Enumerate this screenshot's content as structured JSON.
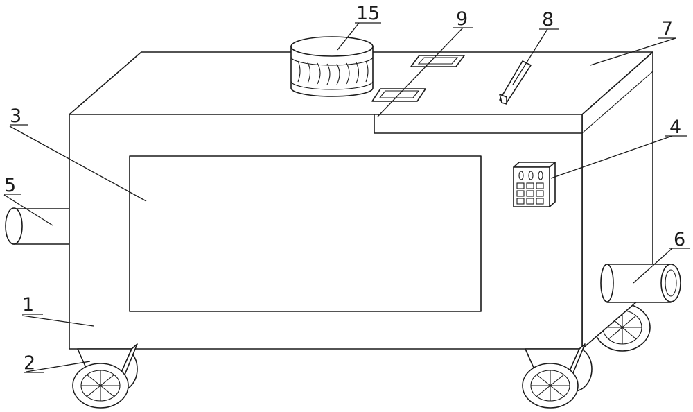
{
  "figure": {
    "labels": [
      {
        "id": "1",
        "text": "1"
      },
      {
        "id": "2",
        "text": "2"
      },
      {
        "id": "3",
        "text": "3"
      },
      {
        "id": "4",
        "text": "4"
      },
      {
        "id": "5",
        "text": "5"
      },
      {
        "id": "6",
        "text": "6"
      },
      {
        "id": "7",
        "text": "7"
      },
      {
        "id": "8",
        "text": "8"
      },
      {
        "id": "9",
        "text": "9"
      },
      {
        "id": "15",
        "text": "15"
      }
    ],
    "line_color": "#1a1a1a",
    "background": "#ffffff"
  }
}
